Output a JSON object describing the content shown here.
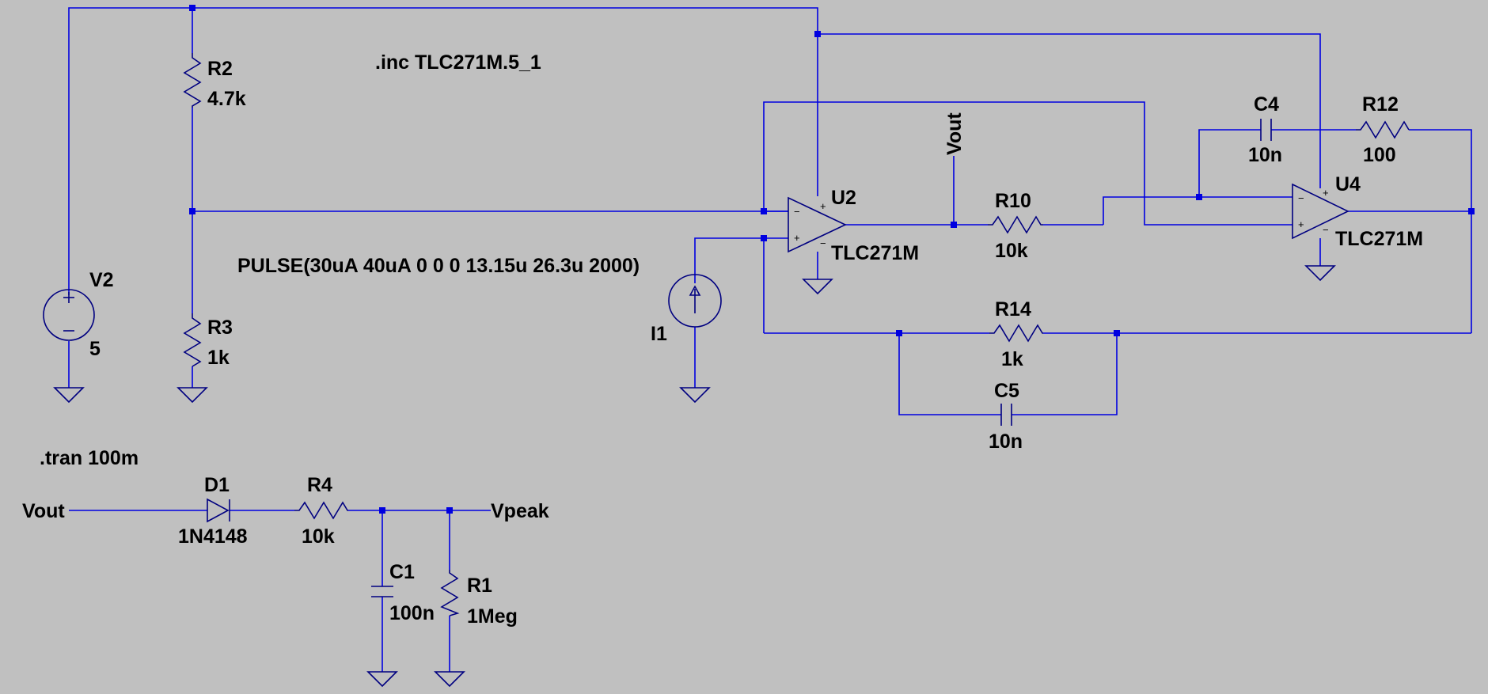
{
  "schematic": {
    "background_color": "#c0c0c0",
    "wire_color": "#0000e0",
    "component_color": "#000080",
    "directives": {
      "include": ".inc TLC271M.5_1",
      "tran": ".tran 100m",
      "pulse": "PULSE(30uA 40uA 0 0 0 13.15u 26.3u 2000)"
    },
    "components": {
      "R2": {
        "name": "R2",
        "value": "4.7k"
      },
      "R3": {
        "name": "R3",
        "value": "1k"
      },
      "V2": {
        "name": "V2",
        "value": "5"
      },
      "I1": {
        "name": "I1"
      },
      "U2": {
        "name": "U2",
        "value": "TLC271M"
      },
      "U4": {
        "name": "U4",
        "value": "TLC271M"
      },
      "R10": {
        "name": "R10",
        "value": "10k"
      },
      "R14": {
        "name": "R14",
        "value": "1k"
      },
      "C5": {
        "name": "C5",
        "value": "10n"
      },
      "C4": {
        "name": "C4",
        "value": "10n"
      },
      "R12": {
        "name": "R12",
        "value": "100"
      },
      "D1": {
        "name": "D1",
        "value": "1N4148"
      },
      "R4": {
        "name": "R4",
        "value": "10k"
      },
      "C1": {
        "name": "C1",
        "value": "100n"
      },
      "R1": {
        "name": "R1",
        "value": "1Meg"
      }
    },
    "net_labels": {
      "vout_top": "Vout",
      "vout_left": "Vout",
      "vpeak": "Vpeak"
    },
    "pin_marks": {
      "plus": "+",
      "minus": "−"
    }
  }
}
